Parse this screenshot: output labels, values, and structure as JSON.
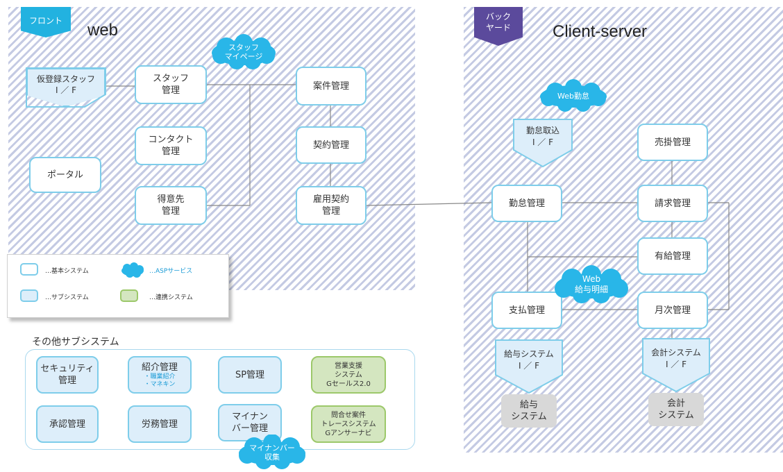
{
  "zones": {
    "front": {
      "tag": [
        "フロント"
      ],
      "title": "web"
    },
    "back": {
      "tag": [
        "バック",
        "ヤード"
      ],
      "title": "Client-server"
    }
  },
  "web": {
    "kari_staff_if": [
      "仮登録スタッフ",
      "I ／ F"
    ],
    "staff_kanri": [
      "スタッフ",
      "管理"
    ],
    "contact_kanri": [
      "コンタクト",
      "管理"
    ],
    "portal": "ポータル",
    "tokuisaki_kanri": [
      "得意先",
      "管理"
    ],
    "anken_kanri": "案件管理",
    "keiyaku_kanri": "契約管理",
    "koyou_keiyaku_kanri": [
      "雇用契約",
      "管理"
    ],
    "staff_mypage_cloud": [
      "スタッフ",
      "マイページ"
    ]
  },
  "cs": {
    "web_kintai_cloud": "Web勤怠",
    "kintai_torikomi_if": [
      "勤怠取込",
      "I ／ F"
    ],
    "kintai_kanri": "勤怠管理",
    "urikake_kanri": "売掛管理",
    "seikyu_kanri": "請求管理",
    "yukyu_kanri": "有給管理",
    "web_kyuyo_meisai_cloud": [
      "Web",
      "給与明細"
    ],
    "shiharai_kanri": "支払管理",
    "getsuji_kanri": "月次管理",
    "kyuyo_system_if": [
      "給与システム",
      "I ／ F"
    ],
    "kaikei_system_if": [
      "会計システム",
      "I ／ F"
    ],
    "kyuyo_system": [
      "給与",
      "システム"
    ],
    "kaikei_system": [
      "会計",
      "システム"
    ]
  },
  "legend": {
    "basic": "…基本システム",
    "asp": "…ASPサービス",
    "sub": "…サブシステム",
    "renkei": "…連携システム"
  },
  "other": {
    "title": "その他サブシステム",
    "security": [
      "セキュリティ",
      "管理"
    ],
    "shokai_kanri": "紹介管理",
    "shokai_items": [
      "・職業紹介",
      "・マネキン"
    ],
    "sp_kanri": "SP管理",
    "eigyo_shien": [
      "営業支援",
      "システム",
      "Gセールス2.0"
    ],
    "shonin_kanri": "承認管理",
    "romu_kanri": "労務管理",
    "mynumber_kanri": [
      "マイナン",
      "バー管理"
    ],
    "toiawase": [
      "問合せ案件",
      "トレースシステム",
      "Gアンサーナビ"
    ],
    "mynumber_cloud": [
      "マイナンバー",
      "収集"
    ]
  },
  "colors": {
    "stripe": "#c4cae3",
    "box_border": "#7ecdea",
    "sub_fill": "#ddeefa",
    "cloud": "#29b6e8",
    "front_tag": "#22b2e0",
    "back_tag": "#5b4a9c",
    "ext_fill": "#d4e6c0",
    "ext_border": "#9cc86a"
  }
}
